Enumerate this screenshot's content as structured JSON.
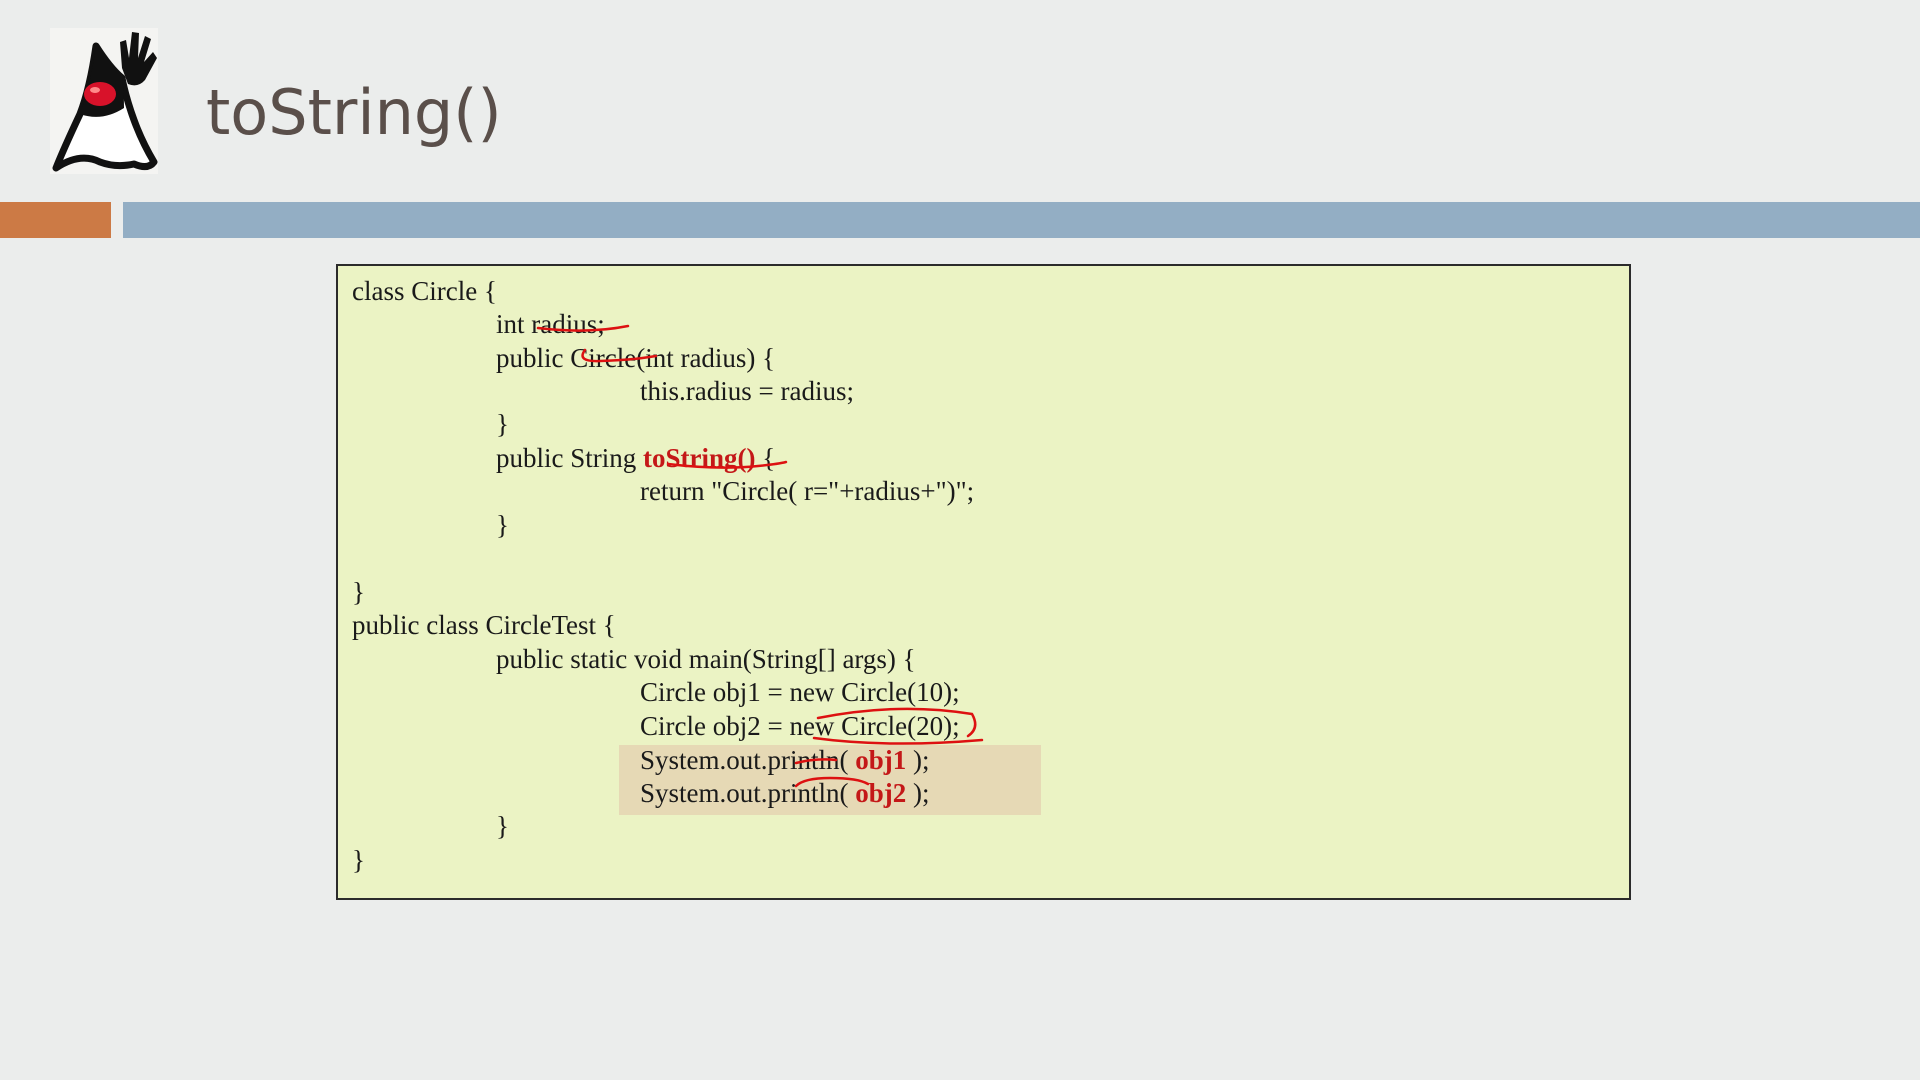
{
  "slide": {
    "title": "toString()",
    "logo_icon": "java-duke-mascot-icon",
    "colors": {
      "background": "#ebedec",
      "accent_bar": "#cc7a45",
      "main_bar": "#93aec4",
      "code_background": "#ebf3c4",
      "highlight": "#e6d9b5",
      "emphasis": "#c41818"
    }
  },
  "code": {
    "lines": [
      {
        "plain": "class Circle {",
        "red": "",
        "suffix": ""
      },
      {
        "plain": "int radius;",
        "red": "",
        "suffix": ""
      },
      {
        "plain": "public Circle(int radius) {",
        "red": "",
        "suffix": ""
      },
      {
        "plain": "this.radius = radius;",
        "red": "",
        "suffix": ""
      },
      {
        "plain": "}",
        "red": "",
        "suffix": ""
      },
      {
        "plain": "public String ",
        "red": "toString()",
        "suffix": " {"
      },
      {
        "plain": "return \"Circle( r=\"+radius+\")\";",
        "red": "",
        "suffix": ""
      },
      {
        "plain": "}",
        "red": "",
        "suffix": ""
      },
      {
        "plain": "}",
        "red": "",
        "suffix": ""
      },
      {
        "plain": "public class CircleTest {",
        "red": "",
        "suffix": ""
      },
      {
        "plain": "public static void main(String[] args) {",
        "red": "",
        "suffix": ""
      },
      {
        "plain": "Circle obj1 = new Circle(10);",
        "red": "",
        "suffix": ""
      },
      {
        "plain": "Circle obj2 = new Circle(20);",
        "red": "",
        "suffix": ""
      },
      {
        "plain": "System.out.println( ",
        "red": "obj1",
        "suffix": " );"
      },
      {
        "plain": "System.out.println( ",
        "red": "obj2",
        "suffix": " );"
      },
      {
        "plain": "}",
        "red": "",
        "suffix": ""
      },
      {
        "plain": "}",
        "red": "",
        "suffix": ""
      }
    ]
  }
}
